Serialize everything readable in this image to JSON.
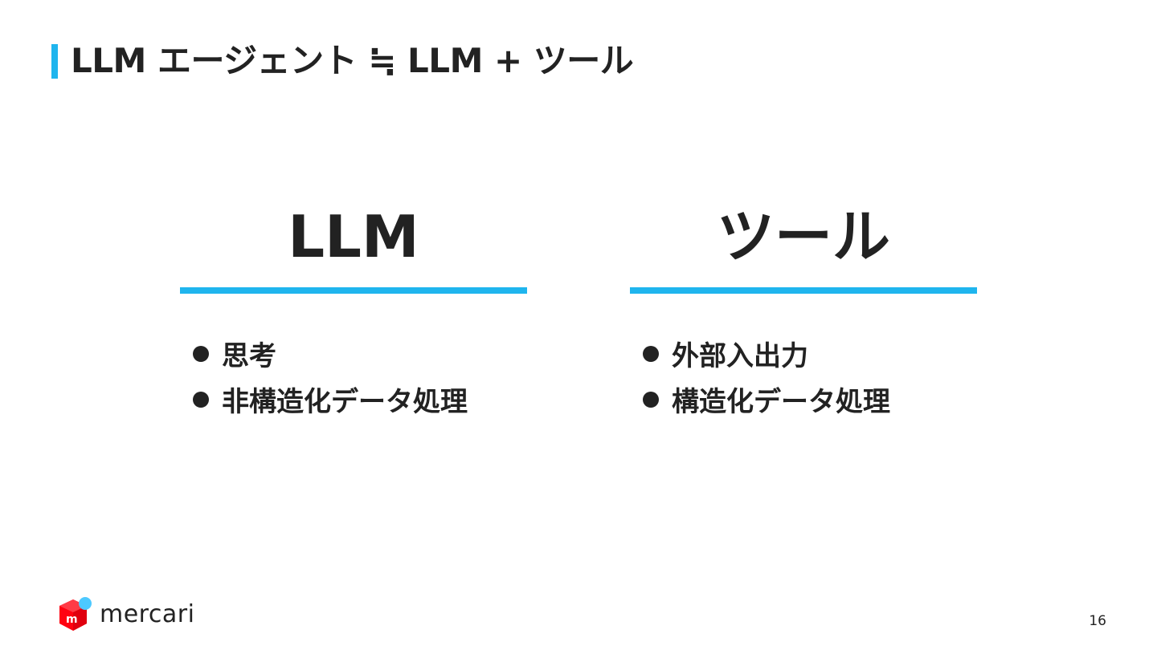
{
  "slide": {
    "title": "LLM エージェント ≒ LLM + ツール",
    "page_number": "16"
  },
  "columns": [
    {
      "heading": "LLM",
      "bullets": [
        "思考",
        "非構造化データ処理"
      ]
    },
    {
      "heading": "ツール",
      "bullets": [
        "外部入出力",
        "構造化データ処理"
      ]
    }
  ],
  "logo": {
    "text": "mercari",
    "icon": "mercari-cube-icon"
  },
  "colors": {
    "accent": "#1fb5ee",
    "text": "#222222",
    "logo_red": "#ff0211",
    "logo_blue": "#4dc9ff"
  }
}
